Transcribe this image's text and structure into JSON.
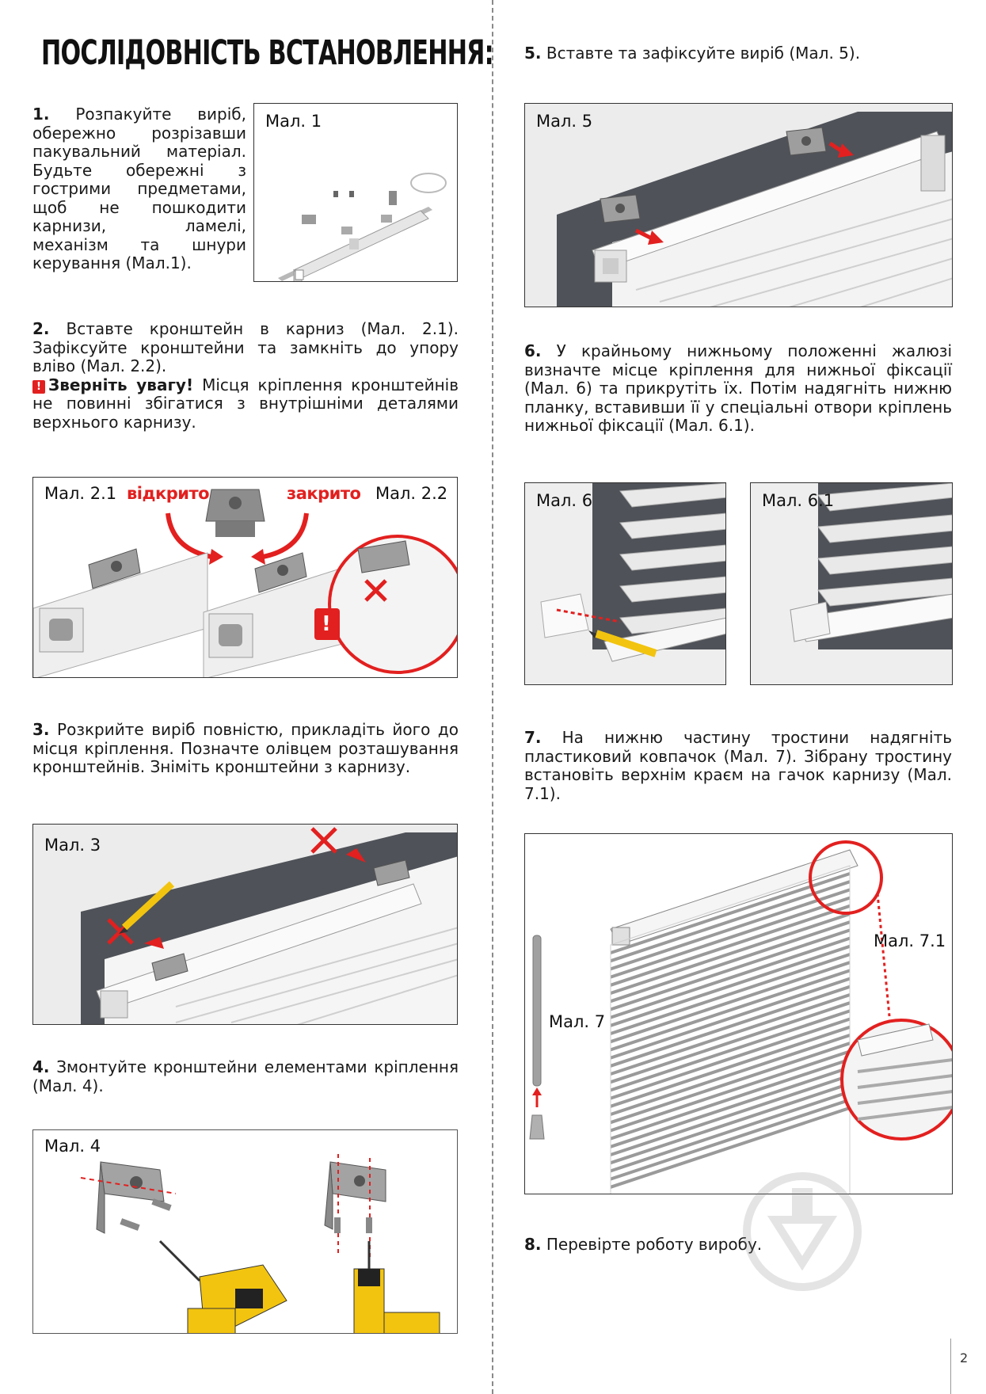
{
  "title": "ПОСЛІДОВНІСТЬ ВСТАНОВЛЕННЯ:",
  "steps": {
    "s1": {
      "num": "1.",
      "text": "Розпакуйте виріб, обережно розрізавши пакувальний матеріал. Будьте обережні з гострими предметами, щоб не пошкодити карнизи, ламелі, механізм та шнури керування (Мал.1)."
    },
    "s2": {
      "num": "2.",
      "text": "Вставте кронштейн в карниз (Мал. 2.1). Зафіксуйте кронштейни та замкніть до упору вліво (Мал. 2.2).",
      "warn_label": "Зверніть увагу!",
      "warn_icon": "!",
      "warn_text": "Місця кріплення кронштейнів не повинні збігатися з внутрішніми деталями верхнього карнизу."
    },
    "s3": {
      "num": "3.",
      "text": "Розкрийте виріб повністю, прикладіть його до місця кріплення. Позначте олівцем розташування кронштейнів. Зніміть кронштейни з карнизу."
    },
    "s4": {
      "num": "4.",
      "text": "Змонтуйте кронштейни елементами кріплення (Мал. 4)."
    },
    "s5": {
      "num": "5.",
      "text": "Вставте та зафіксуйте виріб (Мал. 5)."
    },
    "s6": {
      "num": "6.",
      "text": "У крайньому нижньому положенні жалюзі визначте місце кріплення для нижньої фіксації (Мал. 6) та прикрутіть їх. Потім надягніть нижню планку, вставивши її у спеціальні отвори кріплень нижньої фіксації (Мал. 6.1)."
    },
    "s7": {
      "num": "7.",
      "text": "На нижню частину тростини надягніть пластиковий ковпачок (Мал. 7). Зібрану тростину встановіть верхнім краєм на гачок карнизу (Мал. 7.1)."
    },
    "s8": {
      "num": "8.",
      "text": "Перевірте роботу виробу."
    }
  },
  "figures": {
    "f1": "Мал. 1",
    "f21": "Мал. 2.1",
    "f22": "Мал. 2.2",
    "open": "відкрито",
    "closed": "закрито",
    "f3": "Мал. 3",
    "f4": "Мал. 4",
    "f5": "Мал. 5",
    "f6": "Мал. 6",
    "f61": "Мал. 6.1",
    "f7": "Мал. 7",
    "f71": "Мал. 7.1",
    "alert_mark": "!"
  },
  "page_number": "2",
  "colors": {
    "accent_red": "#e2201f",
    "drill_yellow": "#f2c40f",
    "slat_grey": "#d9d9d9",
    "frame_dark": "#5a5d63"
  }
}
